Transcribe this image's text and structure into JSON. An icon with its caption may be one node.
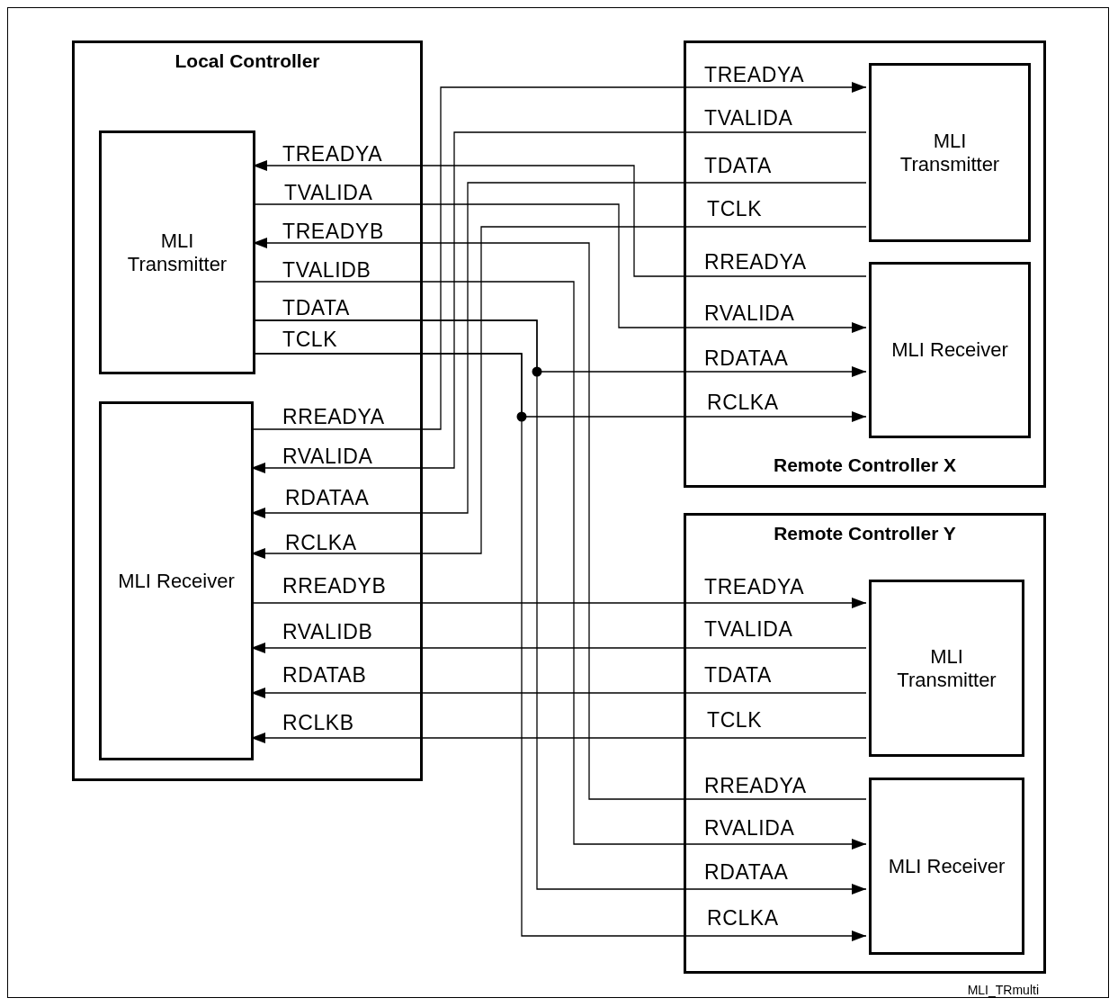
{
  "diagram": {
    "nodes": [
      {
        "text": [
          "Local Controller"
        ]
      },
      {
        "text": [
          "MLI Transmitter"
        ],
        "in": 0
      },
      {
        "text": [
          "MLI Receiver"
        ],
        "in": 0
      },
      {
        "text": [
          "Remote Controller X"
        ]
      },
      {
        "text": [
          "MLI Transmitter"
        ],
        "in": 3
      },
      {
        "text": [
          "MLI Receiver"
        ],
        "in": 3
      },
      {
        "text": [
          "Remote Controller Y"
        ]
      },
      {
        "text": [
          "MLI Transmitter"
        ],
        "in": 6
      },
      {
        "text": [
          "MLI Receiver"
        ],
        "in": 6
      }
    ],
    "edges": [
      {
        "from": 5,
        "to": 1,
        "arrow": "to"
      },
      {
        "from": 1,
        "to": 5,
        "arrow": "to"
      },
      {
        "from": 8,
        "to": 1,
        "arrow": "to"
      },
      {
        "from": 1,
        "to": 8,
        "arrow": "to"
      },
      {
        "from": 1,
        "to": 8,
        "arrow": "to"
      },
      {
        "from": 1,
        "to": 5,
        "arrow": "to"
      },
      {
        "from": 1,
        "to": 8,
        "arrow": "to"
      },
      {
        "from": 1,
        "to": 5,
        "arrow": "to"
      },
      {
        "from": 2,
        "to": 4,
        "arrow": "to"
      },
      {
        "from": 4,
        "to": 2,
        "arrow": "to"
      },
      {
        "from": 4,
        "to": 2,
        "arrow": "to"
      },
      {
        "from": 4,
        "to": 2,
        "arrow": "to"
      },
      {
        "from": 2,
        "to": 7,
        "arrow": "to"
      },
      {
        "from": 7,
        "to": 2,
        "arrow": "to"
      },
      {
        "from": 7,
        "to": 2,
        "arrow": "to"
      },
      {
        "from": 7,
        "to": 2,
        "arrow": "to"
      }
    ],
    "labels": [
      "TREADYA",
      "TVALIDA",
      "TREADYB",
      "TVALIDB",
      "TDATA",
      "TCLK",
      "RREADYA",
      "RVALIDA",
      "RDATAA",
      "RCLKA",
      "RREADYB",
      "RVALIDB",
      "RDATAB",
      "RCLKB",
      "TREADYA",
      "TVALIDA",
      "TDATA",
      "TCLK",
      "RREADYA",
      "RVALIDA",
      "RDATAA",
      "RCLKA",
      "TREADYA",
      "TVALIDA",
      "TDATA",
      "TCLK",
      "RREADYA",
      "RVALIDA",
      "RDATAA",
      "RCLKA",
      "MLI_TRmulti"
    ]
  }
}
